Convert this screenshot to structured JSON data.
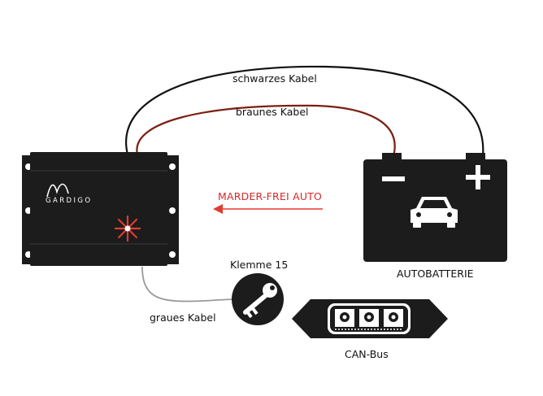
{
  "labels": {
    "black_cable": "schwarzes Kabel",
    "brown_cable": "braunes Kabel",
    "marder_free": "MARDER-FREI AUTO",
    "car_battery": "AUTOBATTERIE",
    "terminal": "Klemme 15",
    "grey_cable": "graues Kabel",
    "can_bus": "CAN-Bus"
  },
  "device": {
    "brand": "GARDIGO"
  },
  "battery": {
    "minus_symbol": "−",
    "plus_symbol": "+"
  },
  "colors": {
    "device": "#1c1c1c",
    "black_cable": "#111111",
    "brown_cable": "#7a1f12",
    "grey_cable": "#9a9a9a",
    "accent_red": "#e23b2e"
  }
}
